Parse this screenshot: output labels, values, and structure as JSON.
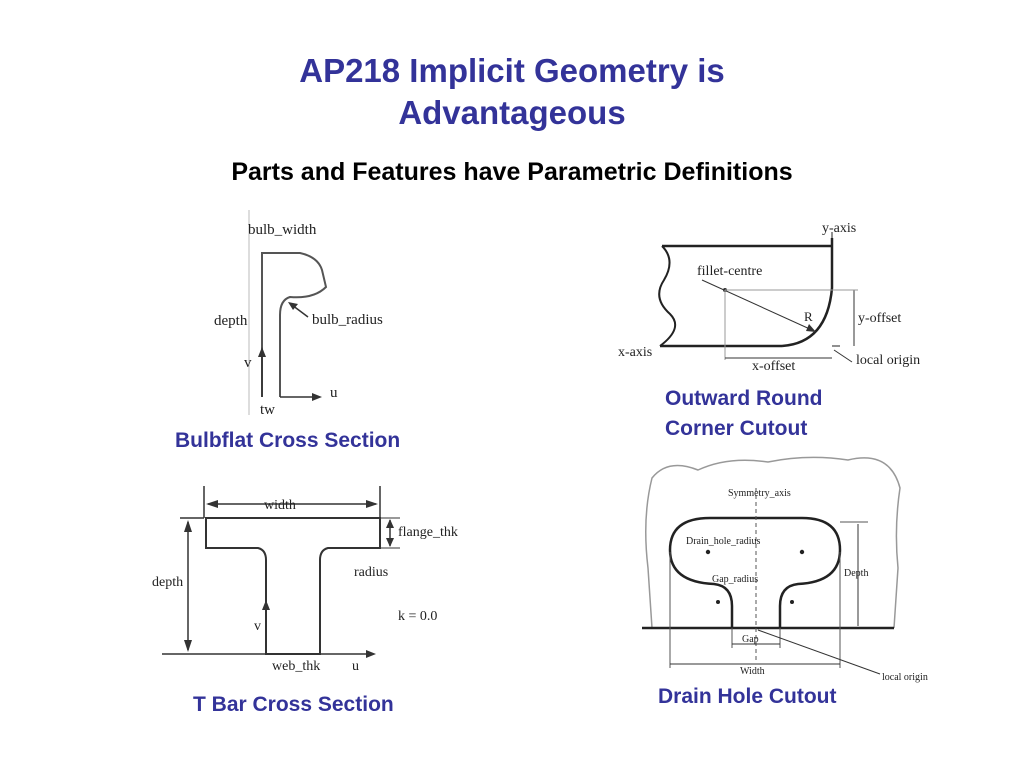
{
  "slide": {
    "title_line1": "AP218 Implicit Geometry is",
    "title_line2": "Advantageous",
    "subtitle": "Parts and Features have Parametric Definitions"
  },
  "bulbflat": {
    "caption": "Bulbflat Cross Section",
    "labels": {
      "bulb_width": "bulb_width",
      "depth": "depth",
      "bulb_radius": "bulb_radius",
      "v": "v",
      "u": "u",
      "tw": "tw"
    }
  },
  "outward_round": {
    "caption_line1": "Outward Round",
    "caption_line2": "Corner Cutout",
    "labels": {
      "y_axis": "y-axis",
      "fillet_centre": "fillet-centre",
      "r": "R",
      "y_offset": "y-offset",
      "x_axis": "x-axis",
      "x_offset": "x-offset",
      "local_origin": "local origin"
    }
  },
  "tbar": {
    "caption": "T Bar Cross Section",
    "labels": {
      "width": "width",
      "flange_thk": "flange_thk",
      "depth": "depth",
      "radius": "radius",
      "k": "k = 0.0",
      "v": "v",
      "web_thk": "web_thk",
      "u": "u"
    }
  },
  "drain_hole": {
    "caption": "Drain Hole Cutout",
    "labels": {
      "symmetry_axis": "Symmetry_axis",
      "drain_hole_radius": "Drain_hole_radius",
      "gap_radius": "Gap_radius",
      "depth": "Depth",
      "gap": "Gap",
      "width": "Width",
      "local_origin": "local origin"
    }
  }
}
